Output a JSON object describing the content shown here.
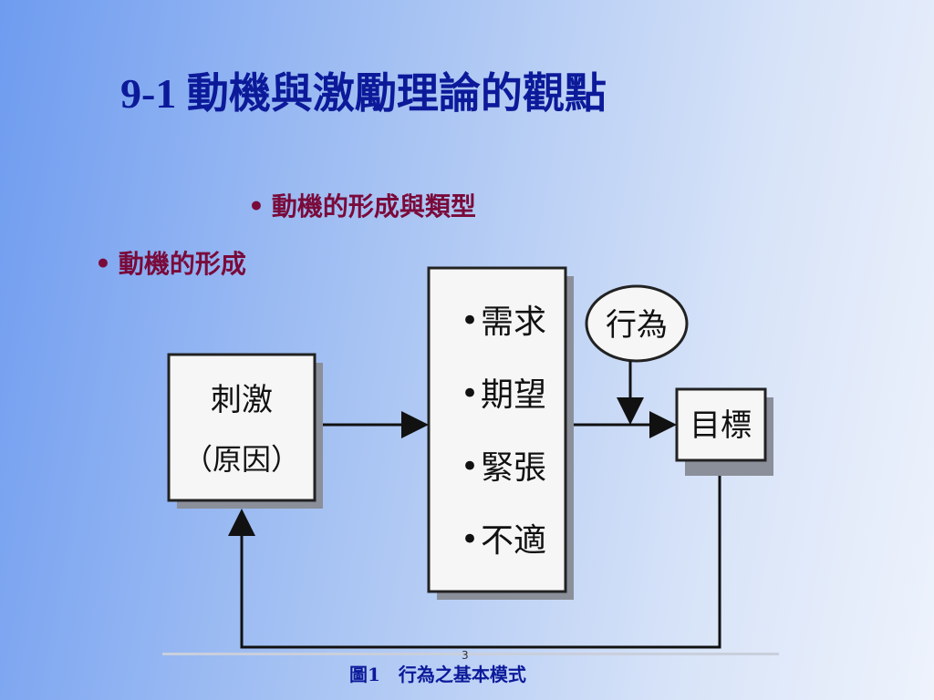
{
  "slide": {
    "title": "9-1  動機與激勵理論的觀點",
    "bullets": [
      {
        "dot": "•",
        "text": "動機的形成與類型"
      },
      {
        "dot": "•",
        "text": "動機的形成"
      }
    ],
    "caption": "圖1　行為之基本模式",
    "page_number": "3"
  },
  "diagram": {
    "stimulus": {
      "line1": "刺激",
      "line2": "（原因）"
    },
    "needs": [
      "需求",
      "期望",
      "緊張",
      "不適"
    ],
    "needs_bullet": "•",
    "behavior": "行為",
    "goal": "目標"
  }
}
